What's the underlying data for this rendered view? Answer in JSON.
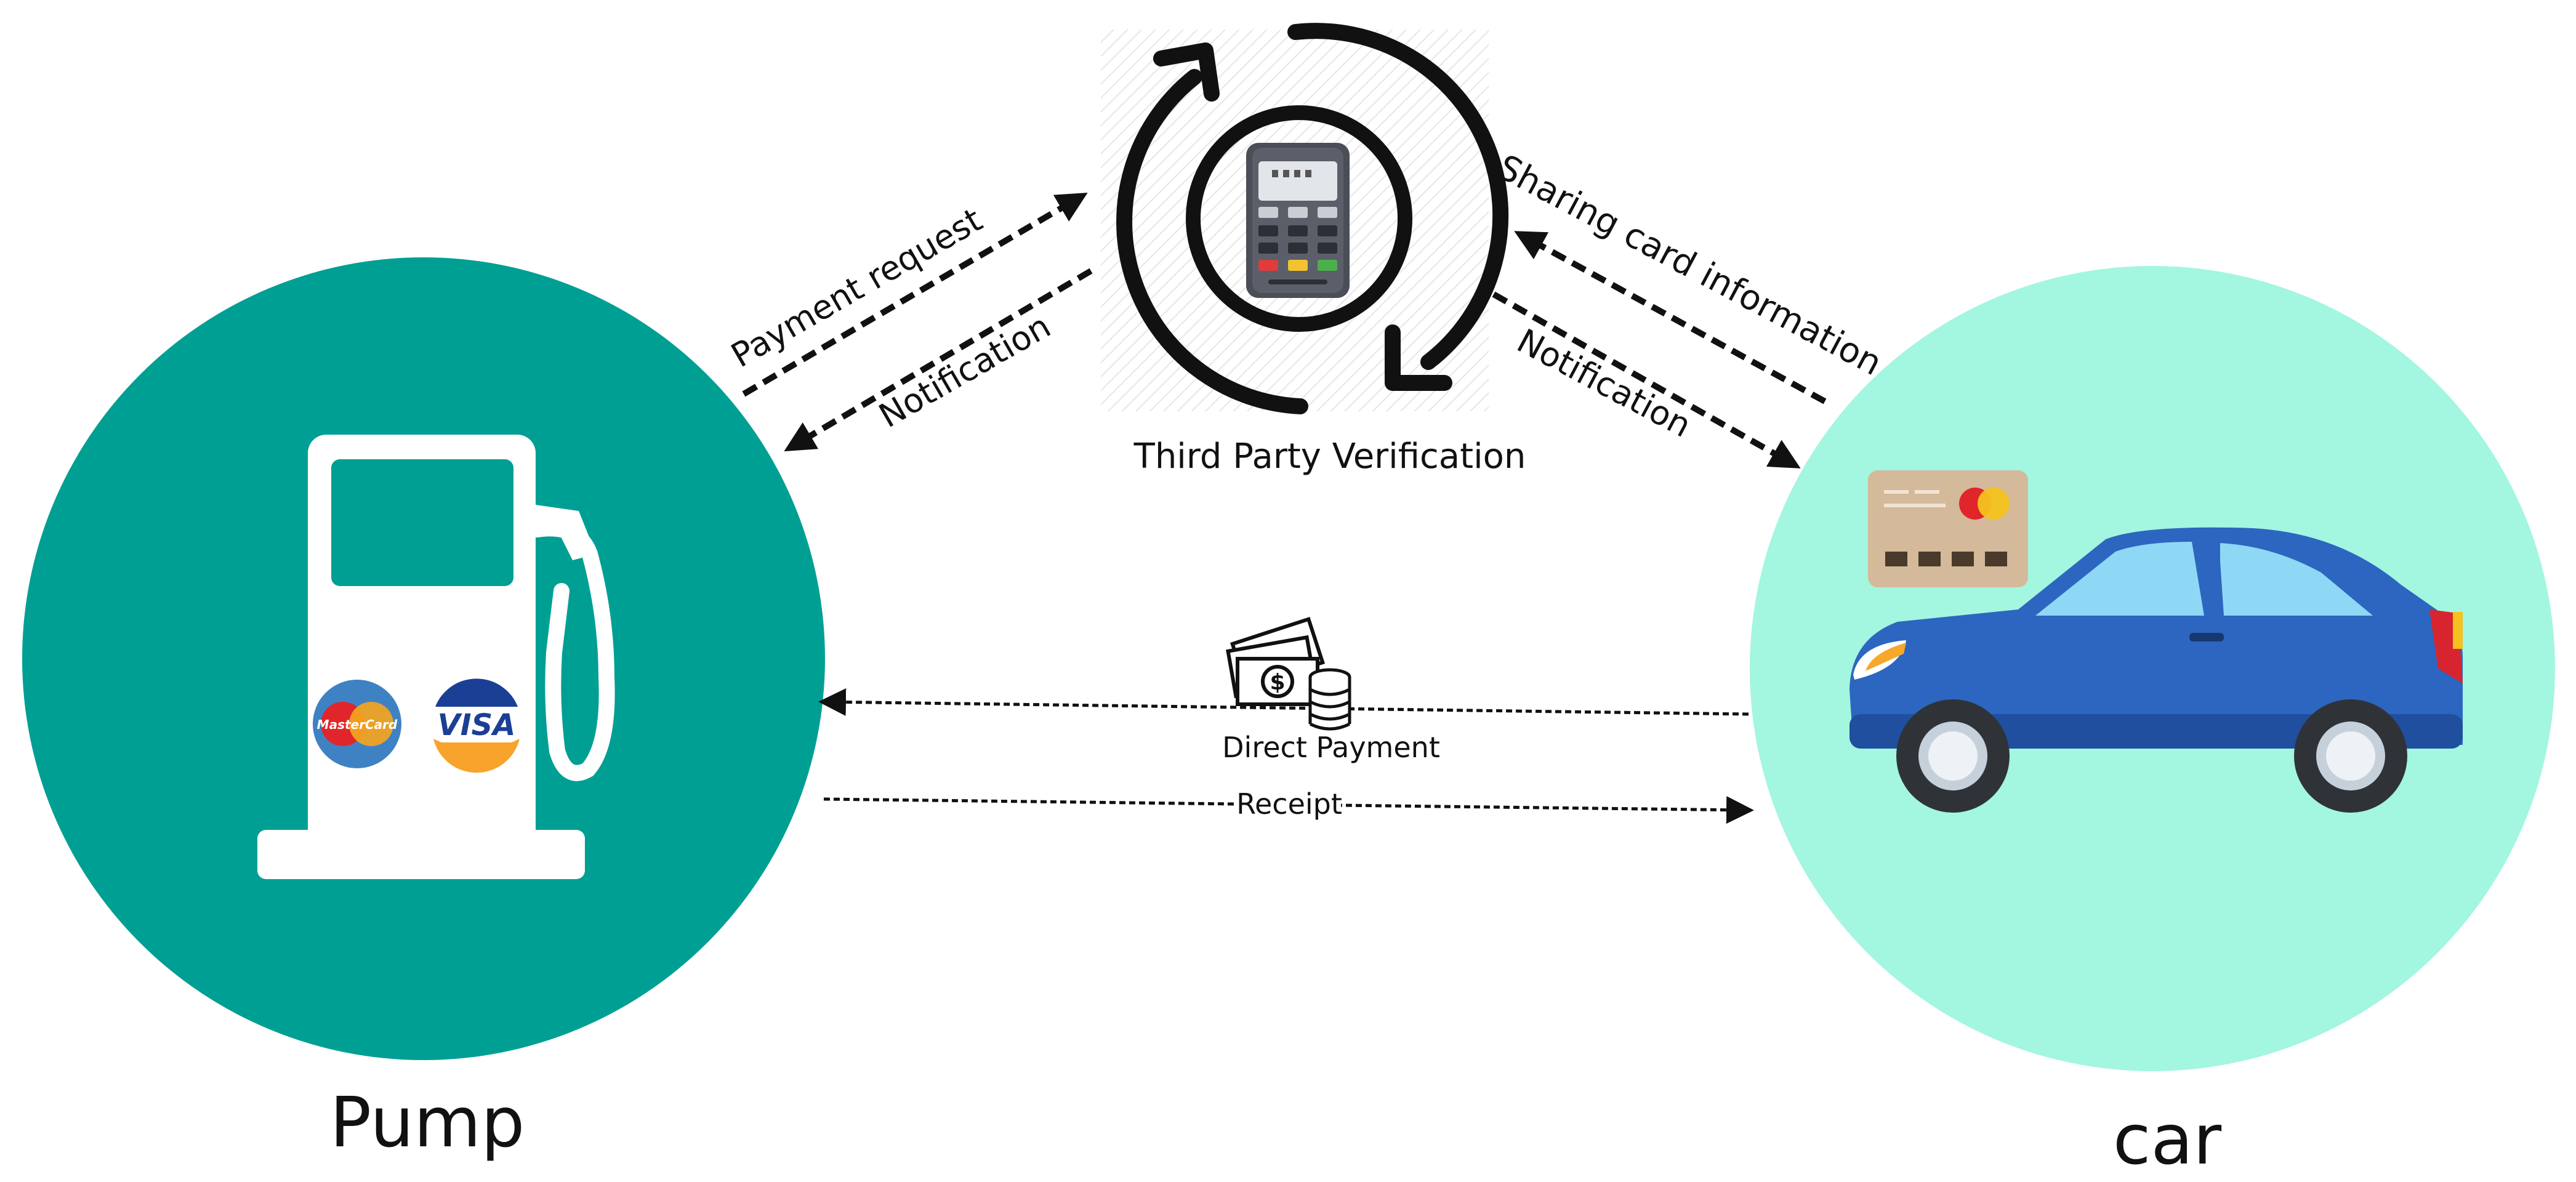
{
  "colors": {
    "pump_circle": "#009f94",
    "car_circle": "#a3f6df",
    "car_body": "#2c66c0",
    "card_face": "#d4b99a",
    "mastercard_red": "#e0262a",
    "mastercard_yellow": "#f4a51e",
    "visa_blue": "#1b3f95",
    "visa_gold": "#f7a32c",
    "arrow": "#111111"
  },
  "nodes": {
    "pump": {
      "label": "Pump"
    },
    "car": {
      "label": "car"
    },
    "verification": {
      "label": "Third Party Verification"
    }
  },
  "pump_cards": {
    "mastercard": "MasterCard",
    "visa": "VISA"
  },
  "flows": {
    "payment_request": "Payment request",
    "notification_pump": "Notification",
    "sharing_card": "Sharing card information",
    "notification_car": "Notification",
    "direct_payment": "Direct Payment",
    "receipt": "Receipt"
  },
  "icons": {
    "pos_terminal": "pos-terminal-icon",
    "cycle": "cycle-arrows-icon",
    "fuel_pump": "fuel-pump-icon",
    "car": "car-icon",
    "credit_card": "credit-card-icon",
    "money": "money-icon"
  }
}
